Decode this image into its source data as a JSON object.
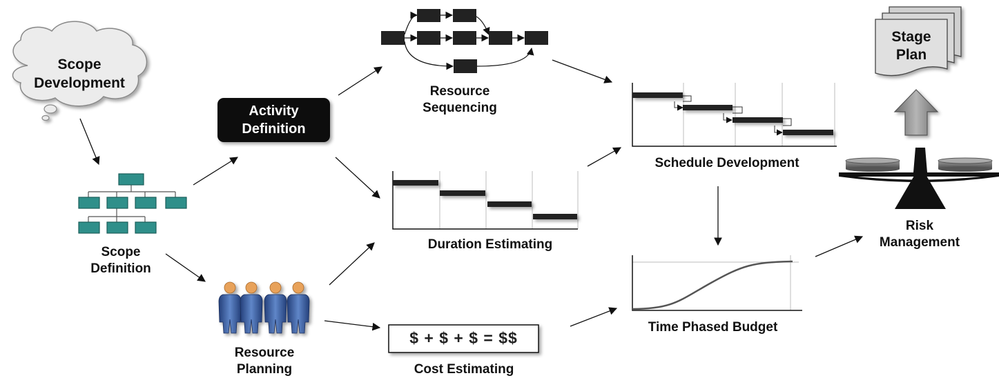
{
  "nodes": {
    "scope_development": [
      "Scope",
      "Development"
    ],
    "activity_definition": [
      "Activity",
      "Definition"
    ],
    "resource_sequencing": [
      "Resource",
      "Sequencing"
    ],
    "scope_definition": [
      "Scope",
      "Definition"
    ],
    "duration_estimating": "Duration Estimating",
    "resource_planning": [
      "Resource",
      "Planning"
    ],
    "cost_estimating": "Cost Estimating",
    "cost_formula": "$ + $ + $ = $$",
    "schedule_development": "Schedule Development",
    "time_phased_budget": "Time Phased Budget",
    "risk_management": [
      "Risk",
      "Management"
    ],
    "stage_plan": [
      "Stage",
      "Plan"
    ]
  },
  "colors": {
    "activity_box": "#111111",
    "org_box": "#2f8f8a",
    "person_body": "#3d5f9e",
    "person_head": "#e8a25a",
    "bar": "#222222",
    "arrow": "#111111",
    "up_arrow": "#8a8a8a",
    "document": "#d8d8d8"
  },
  "icons": [
    "cloud-icon",
    "org-chart-icon",
    "people-icon",
    "network-diagram-icon",
    "gantt-chart-icon",
    "s-curve-icon",
    "document-stack-icon",
    "up-arrow-icon",
    "balance-scale-icon"
  ]
}
